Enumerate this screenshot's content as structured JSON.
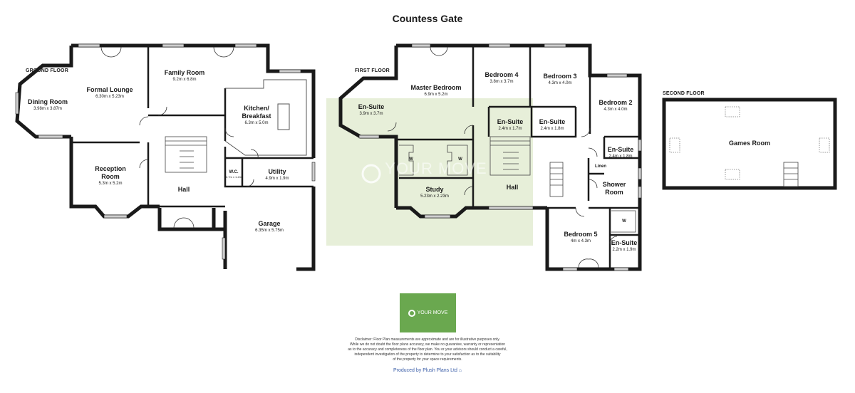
{
  "title": "Countess Gate",
  "floors": {
    "ground": "GROUND FLOOR",
    "first": "FIRST FLOOR",
    "second": "SECOND FLOOR"
  },
  "rooms": {
    "dining": {
      "name": "Dining Room",
      "dims": "3.98m x 3.87m"
    },
    "formal_lounge": {
      "name": "Formal Lounge",
      "dims": "6.30m x 5.23m"
    },
    "family": {
      "name": "Family Room",
      "dims": "9.2m x 6.8m"
    },
    "kitchen": {
      "name": "Kitchen/ Breakfast",
      "dims": "6.3m x 5.0m"
    },
    "reception": {
      "name": "Reception Room",
      "dims": "5.3m x 5.2m"
    },
    "hall_ground": {
      "name": "Hall"
    },
    "wc": {
      "name": "W.C.",
      "dims": "2.7m x 1.2m"
    },
    "utility": {
      "name": "Utility",
      "dims": "4.9m x 1.9m"
    },
    "garage": {
      "name": "Garage",
      "dims": "6.35m x 5.75m"
    },
    "ensuite_master": {
      "name": "En-Suite",
      "dims": "3.9m x 3.7m"
    },
    "master": {
      "name": "Master Bedroom",
      "dims": "6.9m x 5.2m"
    },
    "bedroom4": {
      "name": "Bedroom 4",
      "dims": "3.8m x 3.7m"
    },
    "bedroom3": {
      "name": "Bedroom 3",
      "dims": "4.3m x 4.0m"
    },
    "bedroom2": {
      "name": "Bedroom 2",
      "dims": "4.3m x 4.0m"
    },
    "ensuite_a": {
      "name": "En-Suite",
      "dims": "2.4m x 1.7m"
    },
    "ensuite_b": {
      "name": "En-Suite",
      "dims": "2.4m x 1.8m"
    },
    "ensuite_c": {
      "name": "En-Suite",
      "dims": "2.4m x 1.8m"
    },
    "linen": {
      "name": "Linen"
    },
    "shower": {
      "name": "Shower Room"
    },
    "study": {
      "name": "Study",
      "dims": "5.23m x 2.23m"
    },
    "hall_first": {
      "name": "Hall"
    },
    "bedroom5": {
      "name": "Bedroom 5",
      "dims": "4m x 4.3m"
    },
    "ensuite_d": {
      "name": "En-Suite",
      "dims": "2.2m x 1.9m"
    },
    "games": {
      "name": "Games Room"
    },
    "wardrobe": "W"
  },
  "logo_text": "YOUR MOVE",
  "watermark_text": "YOUR MOVE",
  "disclaimer": [
    "Disclaimer: Floor Plan measurements are approximate and are for illustrative purposes only.",
    "While we do not doubt the floor plans accuracy, we make no guarantee, warranty or representation",
    "as to the accuracy and completeness of the floor plan. You or your advisors should conduct a careful,",
    "independent investigation of the property to determine to your satisfaction as to the suitability",
    "of the property for your space requirements."
  ],
  "produced_by": "Produced by Plush Plans Ltd"
}
